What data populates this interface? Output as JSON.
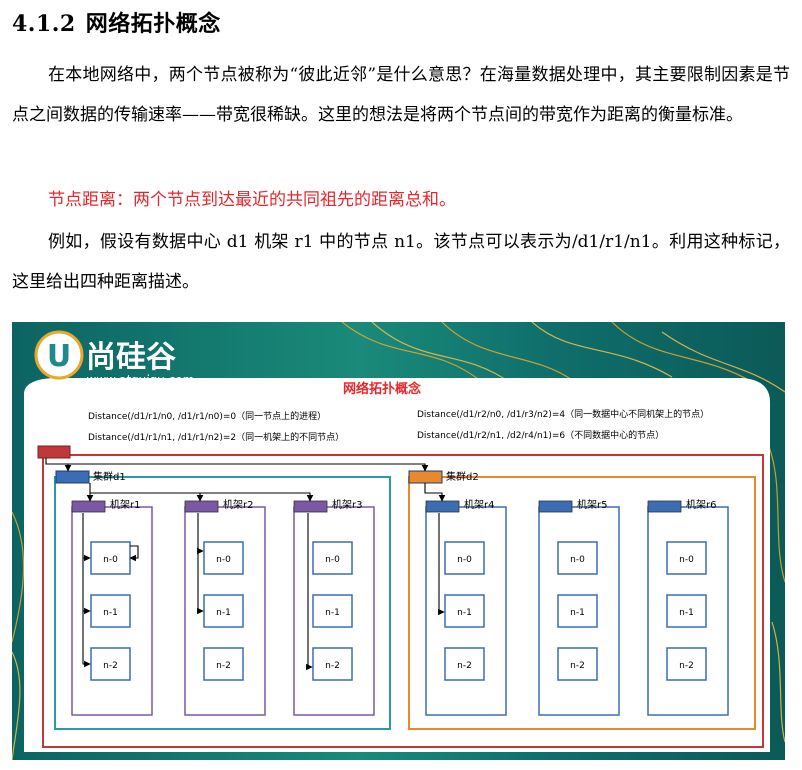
{
  "heading": {
    "number": "4.1.2",
    "title": "网络拓扑概念"
  },
  "paragraphs": {
    "p1": "在本地网络中，两个节点被称为“彼此近邻”是什么意思？在海量数据处理中，其主要限制因素是节点之间数据的传输速率——带宽很稀缺。这里的想法是将两个节点间的带宽作为距离的衡量标准。",
    "p2": "节点距离：两个节点到达最近的共同祖先的距离总和。",
    "p3": "例如，假设有数据中心 d1 机架 r1 中的节点 n1。该节点可以表示为/d1/r1/n1。利用这种标记，这里给出四种距离描述。"
  },
  "figure": {
    "logo": {
      "brand": "尚硅谷",
      "url": "www.atguigu.com"
    },
    "title": "网络拓扑概念",
    "distances": [
      "Distance(/d1/r1/n0, /d1/r1/n0)=0（同一节点上的进程）",
      "Distance(/d1/r1/n1, /d1/r1/n2)=2（同一机架上的不同节点）",
      "Distance(/d1/r2/n0, /d1/r3/n2)=4（同一数据中心不同机架上的节点）",
      "Distance(/d1/r2/n1, /d2/r4/n1)=6（不同数据中心的节点）"
    ],
    "clusters": [
      {
        "label": "集群d1",
        "color": "#2b9aa6",
        "tag": "#3a6db3",
        "racks": [
          {
            "label": "机架r1",
            "color": "#7b58a6",
            "nodes": [
              "n-0",
              "n-1",
              "n-2"
            ]
          },
          {
            "label": "机架r2",
            "color": "#7b58a6",
            "nodes": [
              "n-0",
              "n-1",
              "n-2"
            ]
          },
          {
            "label": "机架r3",
            "color": "#7b58a6",
            "nodes": [
              "n-0",
              "n-1",
              "n-2"
            ]
          }
        ]
      },
      {
        "label": "集群d2",
        "color": "#e8892e",
        "tag": "#e8892e",
        "racks": [
          {
            "label": "机架r4",
            "color": "#3a6db3",
            "nodes": [
              "n-0",
              "n-1",
              "n-2"
            ]
          },
          {
            "label": "机架r5",
            "color": "#3a6db3",
            "nodes": [
              "n-0",
              "n-1",
              "n-2"
            ]
          },
          {
            "label": "机架r6",
            "color": "#3a6db3",
            "nodes": [
              "n-0",
              "n-1",
              "n-2"
            ]
          }
        ]
      }
    ],
    "colors": {
      "root": "#c0383a",
      "node": "#3a6db3",
      "bg_dark": "#0f6e6b",
      "bg_gold": "#e8a92a",
      "title_red": "#e8262a"
    }
  }
}
